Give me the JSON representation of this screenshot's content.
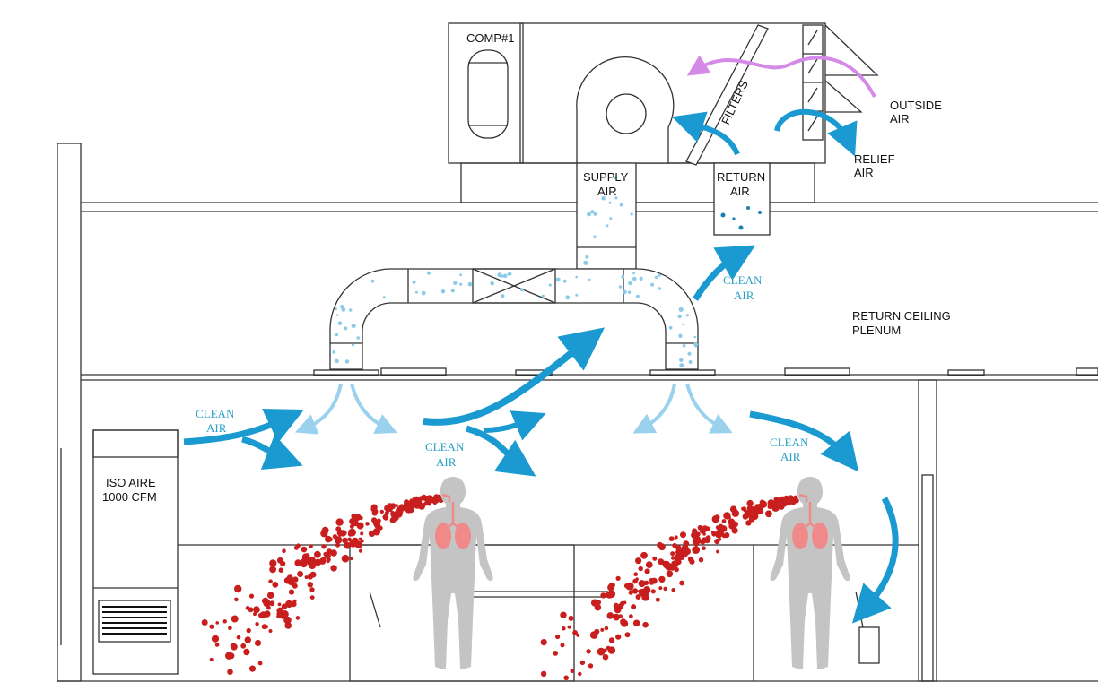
{
  "labels": {
    "comp": "COMP#1",
    "filters": "FILTERS",
    "outside_air": [
      "OUTSIDE",
      "AIR"
    ],
    "relief_air": [
      "RELIEF",
      "AIR"
    ],
    "supply_air": [
      "SUPPLY",
      "AIR"
    ],
    "return_air": [
      "RETURN",
      "AIR"
    ],
    "return_plenum": [
      "RETURN CEILING",
      "PLENUM"
    ],
    "clean_air": [
      "CLEAN",
      "AIR"
    ],
    "iso_aire": [
      "ISO AIRE",
      "1000 CFM"
    ]
  },
  "colors": {
    "line": "#333333",
    "clean_arrow": "#1a9ad0",
    "light_arrow": "#9ad2ee",
    "outside_air_arrow": "#d58ae8",
    "particle_red": "#c81e1e",
    "particle_blue": "#8ccbe8",
    "person": "#c4c4c4",
    "lungs": "#f08a8a"
  },
  "icons": [
    "iso-aire-unit-icon",
    "person-silhouette-icon",
    "fan-icon",
    "compressor-icon"
  ]
}
